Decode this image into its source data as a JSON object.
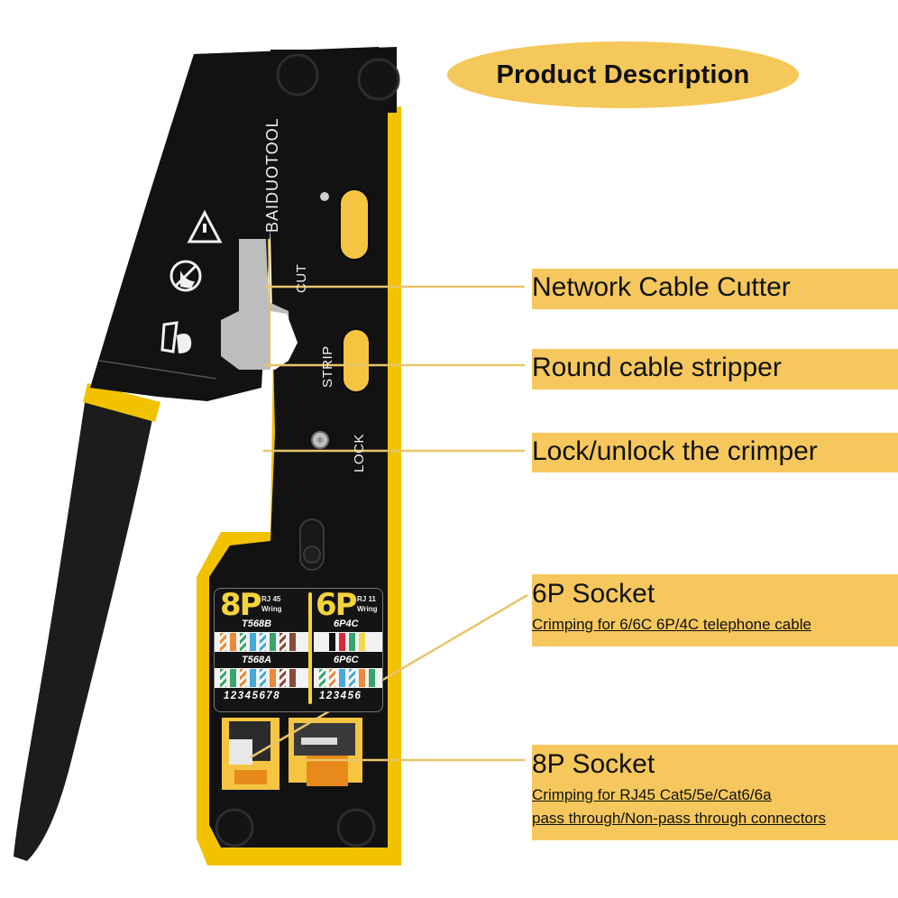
{
  "header": {
    "title": "Product Description"
  },
  "tool": {
    "brand": "BAIDUOTOOL",
    "engravings": {
      "cut": "CUT",
      "strip": "STRIP",
      "lock": "LOCK"
    },
    "icons": [
      "warning-triangle-icon",
      "no-hand-icon",
      "strip-cable-icon"
    ],
    "panel": {
      "left": {
        "big": "8P",
        "small_line1": "RJ 45",
        "small_line2": "Wring",
        "std_top": "T568B",
        "std_bottom": "T568A",
        "pins": "12345678"
      },
      "right": {
        "big": "6P",
        "small_line1": "RJ 11",
        "small_line2": "Wring",
        "std_top": "6P4C",
        "std_bottom": "6P6C",
        "pins": "123456"
      }
    }
  },
  "callouts": [
    {
      "id": "cutter",
      "title": "Network Cable Cutter"
    },
    {
      "id": "strip",
      "title": "Round cable stripper"
    },
    {
      "id": "lock",
      "title": "Lock/unlock the crimper"
    },
    {
      "id": "6p",
      "title": "6P Socket",
      "description": "Crimping for 6/6C 6P/4C telephone cable"
    },
    {
      "id": "8p",
      "title": "8P Socket",
      "description_line1": "Crimping for RJ45 Cat5/5e/Cat6/6a ",
      "description_line2": "pass through/Non-pass through connectors"
    }
  ],
  "colors": {
    "accent_yellow": "#f5c75c",
    "tool_black": "#141414",
    "tool_yellow": "#f2c200",
    "leader_line": "#e9c56a"
  }
}
